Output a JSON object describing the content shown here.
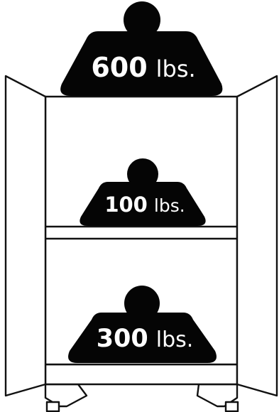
{
  "weights": {
    "top": {
      "number": "600",
      "unit": "lbs."
    },
    "middle": {
      "number": "100",
      "unit": "lbs."
    },
    "bottom": {
      "number": "300",
      "unit": "lbs."
    }
  }
}
